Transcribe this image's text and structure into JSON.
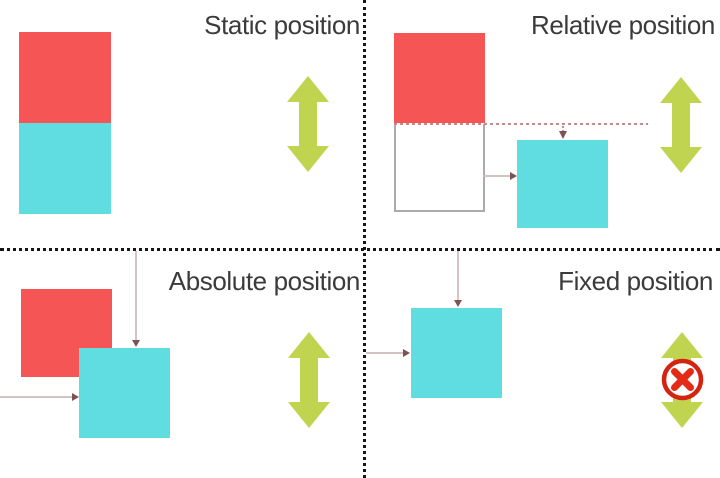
{
  "quadrants": {
    "static": {
      "label": "Static position"
    },
    "relative": {
      "label": "Relative position"
    },
    "absolute": {
      "label": "Absolute position"
    },
    "fixed": {
      "label": "Fixed position"
    }
  },
  "icons": {
    "scroll_arrow": "double-vertical-arrow",
    "no_scroll": "crossed-red-circle"
  },
  "theme": {
    "bg": "#ffffff",
    "red_box": "#f65556",
    "cyan_box": "#60dde0",
    "green_arrow": "#c1d44f",
    "label_text": "#3b3b3b",
    "divider": "#161616",
    "connector_line": "#ccbaba",
    "connector_head": "#7d5252",
    "dashed_guide": "#c5898c",
    "ghost_border": "#ababab",
    "forbidden_ring": "#d42310",
    "forbidden_x": "#e32b17"
  }
}
